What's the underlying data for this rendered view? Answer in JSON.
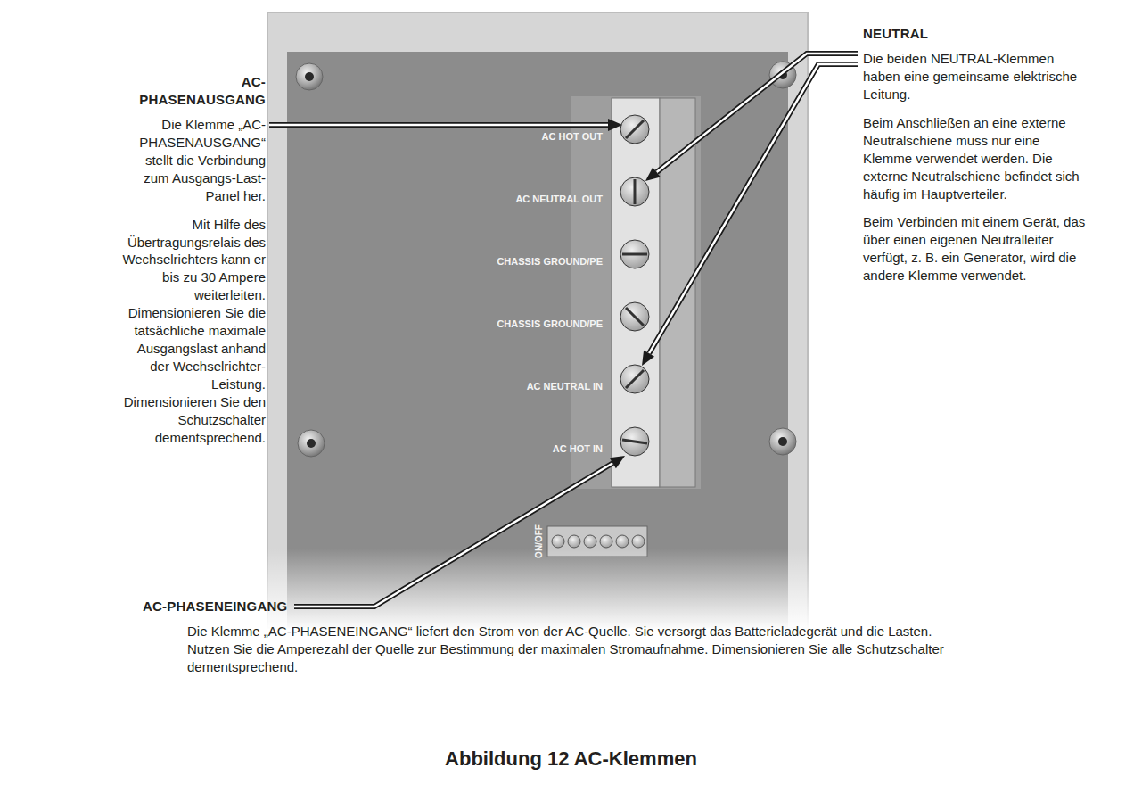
{
  "diagram": {
    "caption": "Abbildung 12 AC-Klemmen",
    "labels": [
      "AC-PHASENAUSGANG",
      "Die Klemme „AC-PHASENAUSGANG“ stellt die Verbindung zum Ausgangs-Last-Panel her.",
      "Mit Hilfe des Übertragungsrelais des Wechselrichters kann er bis zu 30 Ampere weiterleiten. Dimensionieren Sie die tatsächliche maximale Ausgangslast anhand der Wechselrichter-Leistung. Dimensionieren Sie den Schutzschalter dementsprechend.",
      "NEUTRAL",
      "Die beiden NEUTRAL-Klemmen haben eine gemeinsame elektrische Leitung.",
      "Beim Anschließen an eine externe Neutralschiene muss nur eine Klemme verwendet werden. Die externe Neutralschiene befindet sich häufig im Hauptverteiler.",
      "Beim Verbinden mit einem Gerät, das über einen eigenen Neutralleiter verfügt, z. B. ein Generator, wird die andere Klemme verwendet.",
      "AC-PHASENEINGANG",
      "Die Klemme „AC-PHASENEINGANG“ liefert den Strom von der AC-Quelle. Sie versorgt das Batterieladegerät und die Lasten. Nutzen Sie die Amperezahl der Quelle zur Bestimmung der maximalen Stromaufnahme. Dimensionieren Sie alle Schutzschalter dementsprechend.",
      "AC HOT OUT",
      "AC NEUTRAL OUT",
      "CHASSIS GROUND/PE",
      "CHASSIS GROUND/PE",
      "AC NEUTRAL IN",
      "AC HOT IN",
      "ON/OFF"
    ]
  }
}
